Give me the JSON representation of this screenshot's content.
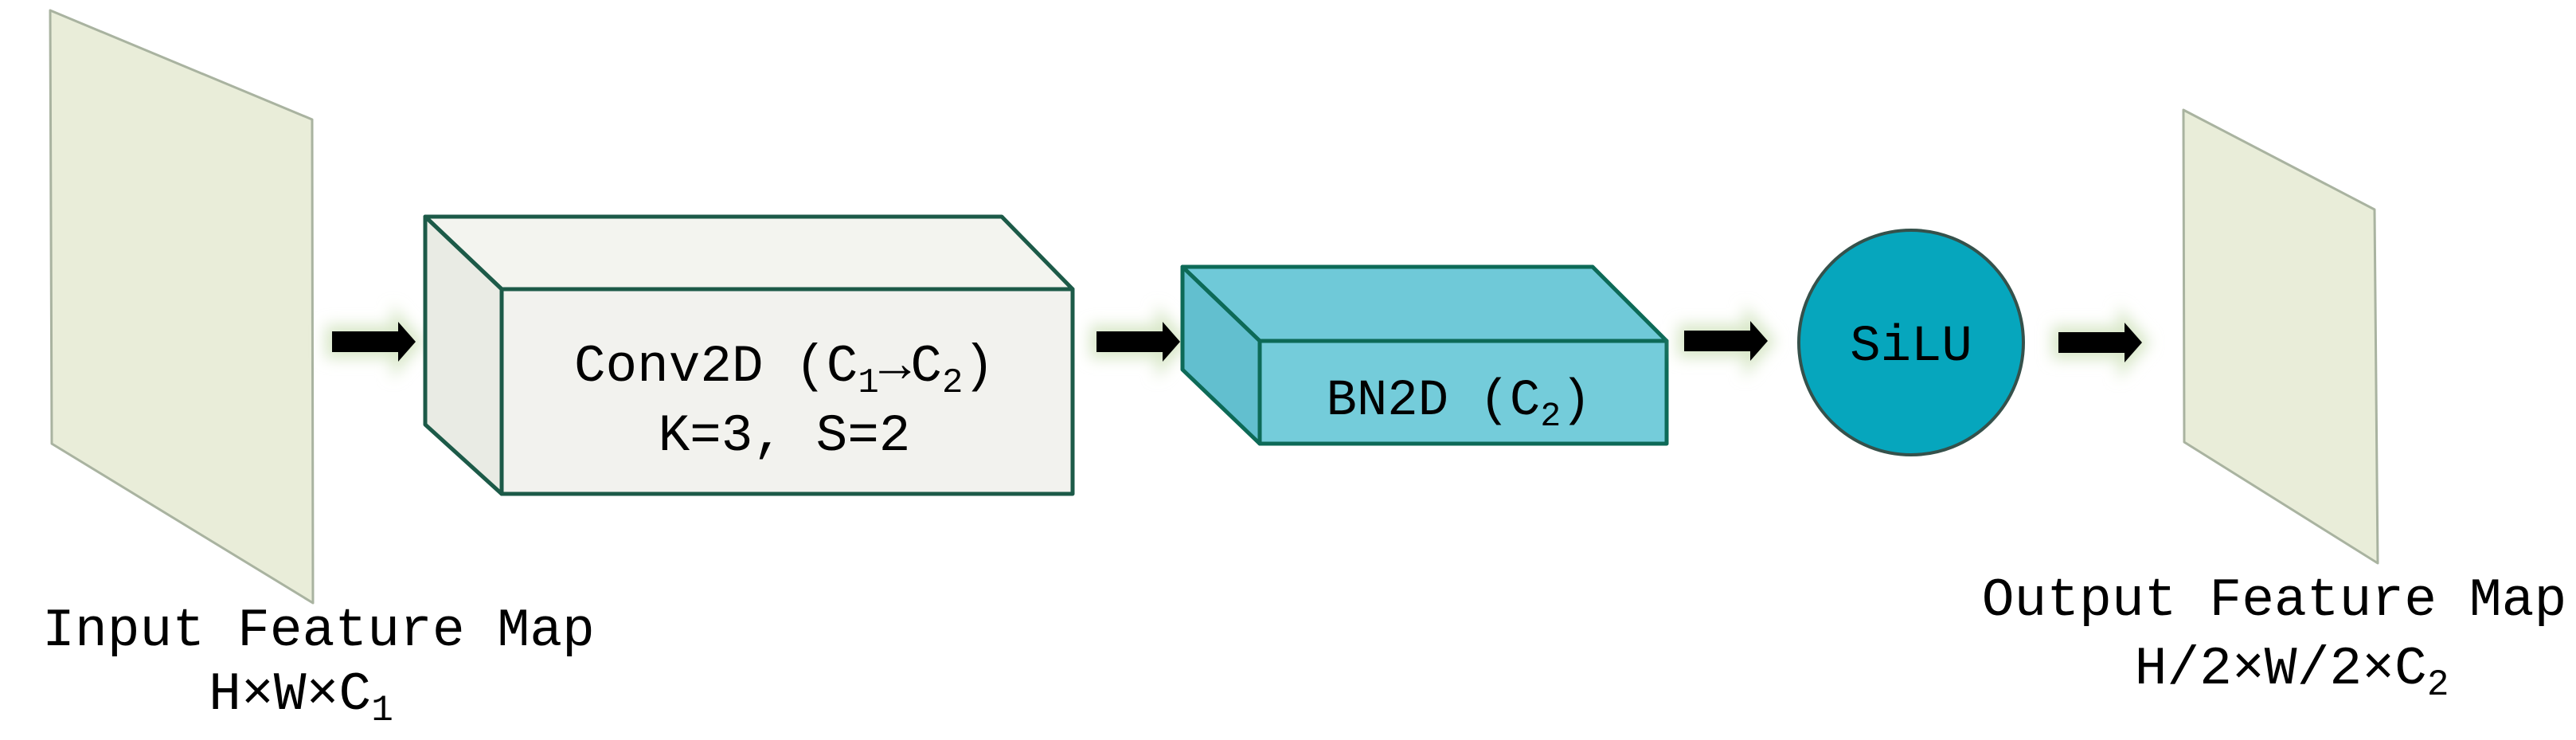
{
  "figure": {
    "input_map": {
      "title": "Input Feature Map",
      "dims_prefix": "H×W×C",
      "dims_sub": "1",
      "fill": "#e9edd9",
      "border": "#a9b3a0"
    },
    "conv_block": {
      "line1_prefix": "Conv2D (C",
      "line1_sub1": "1",
      "line1_mid": "→C",
      "line1_sub2": "2",
      "line1_suffix": ")",
      "line2": "K=3, S=2",
      "front_fill": "#f2f2ee",
      "top_fill": "#f3f4ef",
      "side_fill": "#e9ebe4",
      "border": "#1c5a48"
    },
    "bn_block": {
      "label_prefix": "BN2D (C",
      "label_sub": "2",
      "label_suffix": ")",
      "front_fill": "#74ccda",
      "top_fill": "#6fc9d8",
      "side_fill": "#62bfcf",
      "border": "#0d6a57"
    },
    "activation": {
      "label": "SiLU",
      "fill": "#06a6bd",
      "border": "#35514b"
    },
    "output_map": {
      "title": "Output Feature Map",
      "dims_prefix": "H/2×W/2×C",
      "dims_sub": "2",
      "fill": "#e9edd9",
      "border": "#a9b3a0"
    },
    "arrow": {
      "color": "#000000",
      "glow": "#d8e7c8"
    }
  }
}
